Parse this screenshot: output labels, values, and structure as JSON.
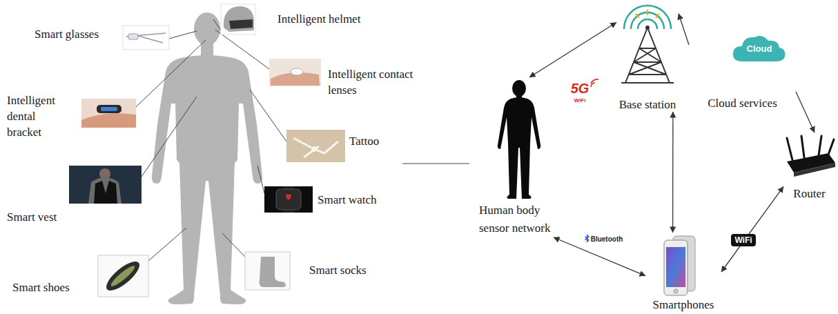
{
  "diagram": {
    "nodes": [
      {
        "text": [
          "Base station"
        ]
      },
      {
        "text": [
          "Cloud",
          "Cloud services"
        ]
      },
      {
        "text": [
          "Human body sensor network"
        ]
      },
      {
        "text": [
          "Router"
        ]
      },
      {
        "text": [
          "Smartphones"
        ]
      }
    ],
    "edges": [
      {
        "from": 2,
        "to": 0,
        "label": "5G",
        "arrow": "both"
      },
      {
        "from": 1,
        "to": 0,
        "arrow": "to"
      },
      {
        "from": 1,
        "to": 3,
        "arrow": "to"
      },
      {
        "from": 0,
        "to": 4,
        "arrow": "both"
      },
      {
        "from": 4,
        "to": 3,
        "label": "WiFi",
        "arrow": "both"
      },
      {
        "from": 2,
        "to": 4,
        "label": "Bluetooth",
        "arrow": "both"
      }
    ],
    "labels": [
      "Intelligent helmet",
      "Smart glasses",
      "Intelligent contact lenses",
      "Intelligent dental bracket",
      "Tattoo",
      "Smart watch",
      "Smart vest",
      "Smart socks",
      "Smart shoes",
      "WiFi"
    ]
  }
}
